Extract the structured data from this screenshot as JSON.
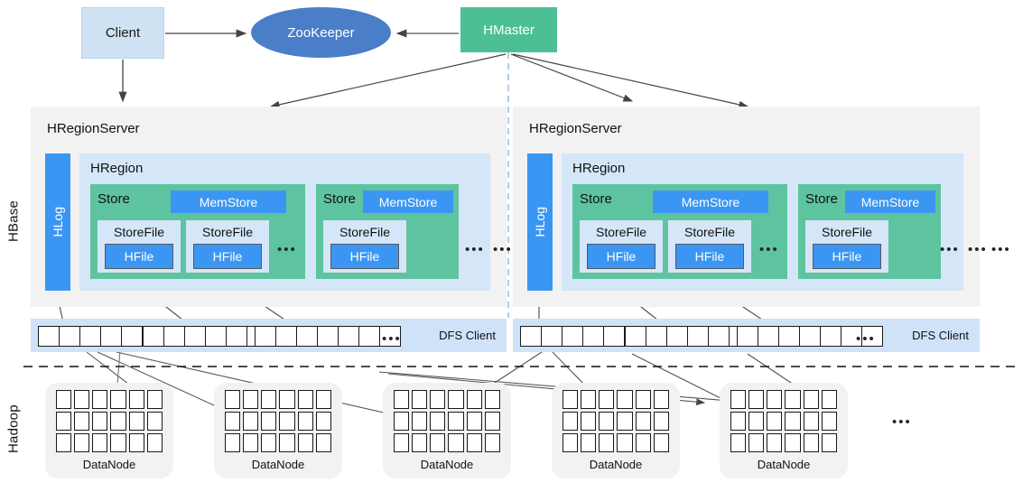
{
  "diagram": {
    "title": "HBase on Hadoop architecture",
    "layers": [
      {
        "id": "hbase",
        "label": "HBase"
      },
      {
        "id": "hadoop",
        "label": "Hadoop"
      }
    ],
    "top_nodes": {
      "client": {
        "label": "Client",
        "color": "#cfe2f3"
      },
      "zookeeper": {
        "label": "ZooKeeper",
        "color": "#4a7ec9"
      },
      "hmaster": {
        "label": "HMaster",
        "color": "#4cc094"
      }
    },
    "region_servers": [
      {
        "title": "HRegionServer",
        "hlog": {
          "label": "HLog",
          "color": "#3b96f3"
        },
        "hregion": {
          "title": "HRegion",
          "stores": [
            {
              "label": "Store",
              "memstore": {
                "label": "MemStore"
              },
              "storefiles": [
                {
                  "label": "StoreFile",
                  "hfile": {
                    "label": "HFile"
                  }
                },
                {
                  "label": "StoreFile",
                  "hfile": {
                    "label": "HFile"
                  }
                }
              ],
              "trailing_ellipsis": "•••"
            },
            {
              "label": "Store",
              "memstore": {
                "label": "MemStore"
              },
              "storefiles": [
                {
                  "label": "StoreFile",
                  "hfile": {
                    "label": "HFile"
                  }
                }
              ],
              "trailing_ellipsis": ""
            }
          ],
          "region_ellipsis": "•••"
        },
        "server_ellipsis": "•••",
        "outer_ellipsis": ""
      },
      {
        "title": "HRegionServer",
        "hlog": {
          "label": "HLog",
          "color": "#3b96f3"
        },
        "hregion": {
          "title": "HRegion",
          "stores": [
            {
              "label": "Store",
              "memstore": {
                "label": "MemStore"
              },
              "storefiles": [
                {
                  "label": "StoreFile",
                  "hfile": {
                    "label": "HFile"
                  }
                },
                {
                  "label": "StoreFile",
                  "hfile": {
                    "label": "HFile"
                  }
                }
              ],
              "trailing_ellipsis": "•••"
            },
            {
              "label": "Store",
              "memstore": {
                "label": "MemStore"
              },
              "storefiles": [
                {
                  "label": "StoreFile",
                  "hfile": {
                    "label": "HFile"
                  }
                }
              ],
              "trailing_ellipsis": ""
            }
          ],
          "region_ellipsis": "•••"
        },
        "server_ellipsis": "•••",
        "outer_ellipsis": "•••"
      }
    ],
    "dfs_clients": [
      {
        "label": "DFS Client",
        "block_groups": 3,
        "blocks_per_group": 7,
        "ellipsis": "•••"
      },
      {
        "label": "DFS Client",
        "block_groups": 3,
        "blocks_per_group": 7,
        "ellipsis": "•••"
      }
    ],
    "datanodes": [
      {
        "label": "DataNode",
        "rows": 3,
        "cols": 6
      },
      {
        "label": "DataNode",
        "rows": 3,
        "cols": 6
      },
      {
        "label": "DataNode",
        "rows": 3,
        "cols": 6
      },
      {
        "label": "DataNode",
        "rows": 3,
        "cols": 6
      },
      {
        "label": "DataNode",
        "rows": 3,
        "cols": 6
      }
    ],
    "datanode_ellipsis": "•••",
    "colors": {
      "store_green": "#5ec49f",
      "hmaster_green": "#4cc094",
      "blue": "#3b96f3",
      "zookeeper_blue": "#4a7ec9",
      "light_blue": "#d5e6f9",
      "dfs_blue": "#cfe2f8",
      "panel_gray": "#f2f2f2",
      "arrow": "#444444",
      "divider_dashed": "#111111",
      "vertical_dashed": "#8fb8dd"
    }
  }
}
